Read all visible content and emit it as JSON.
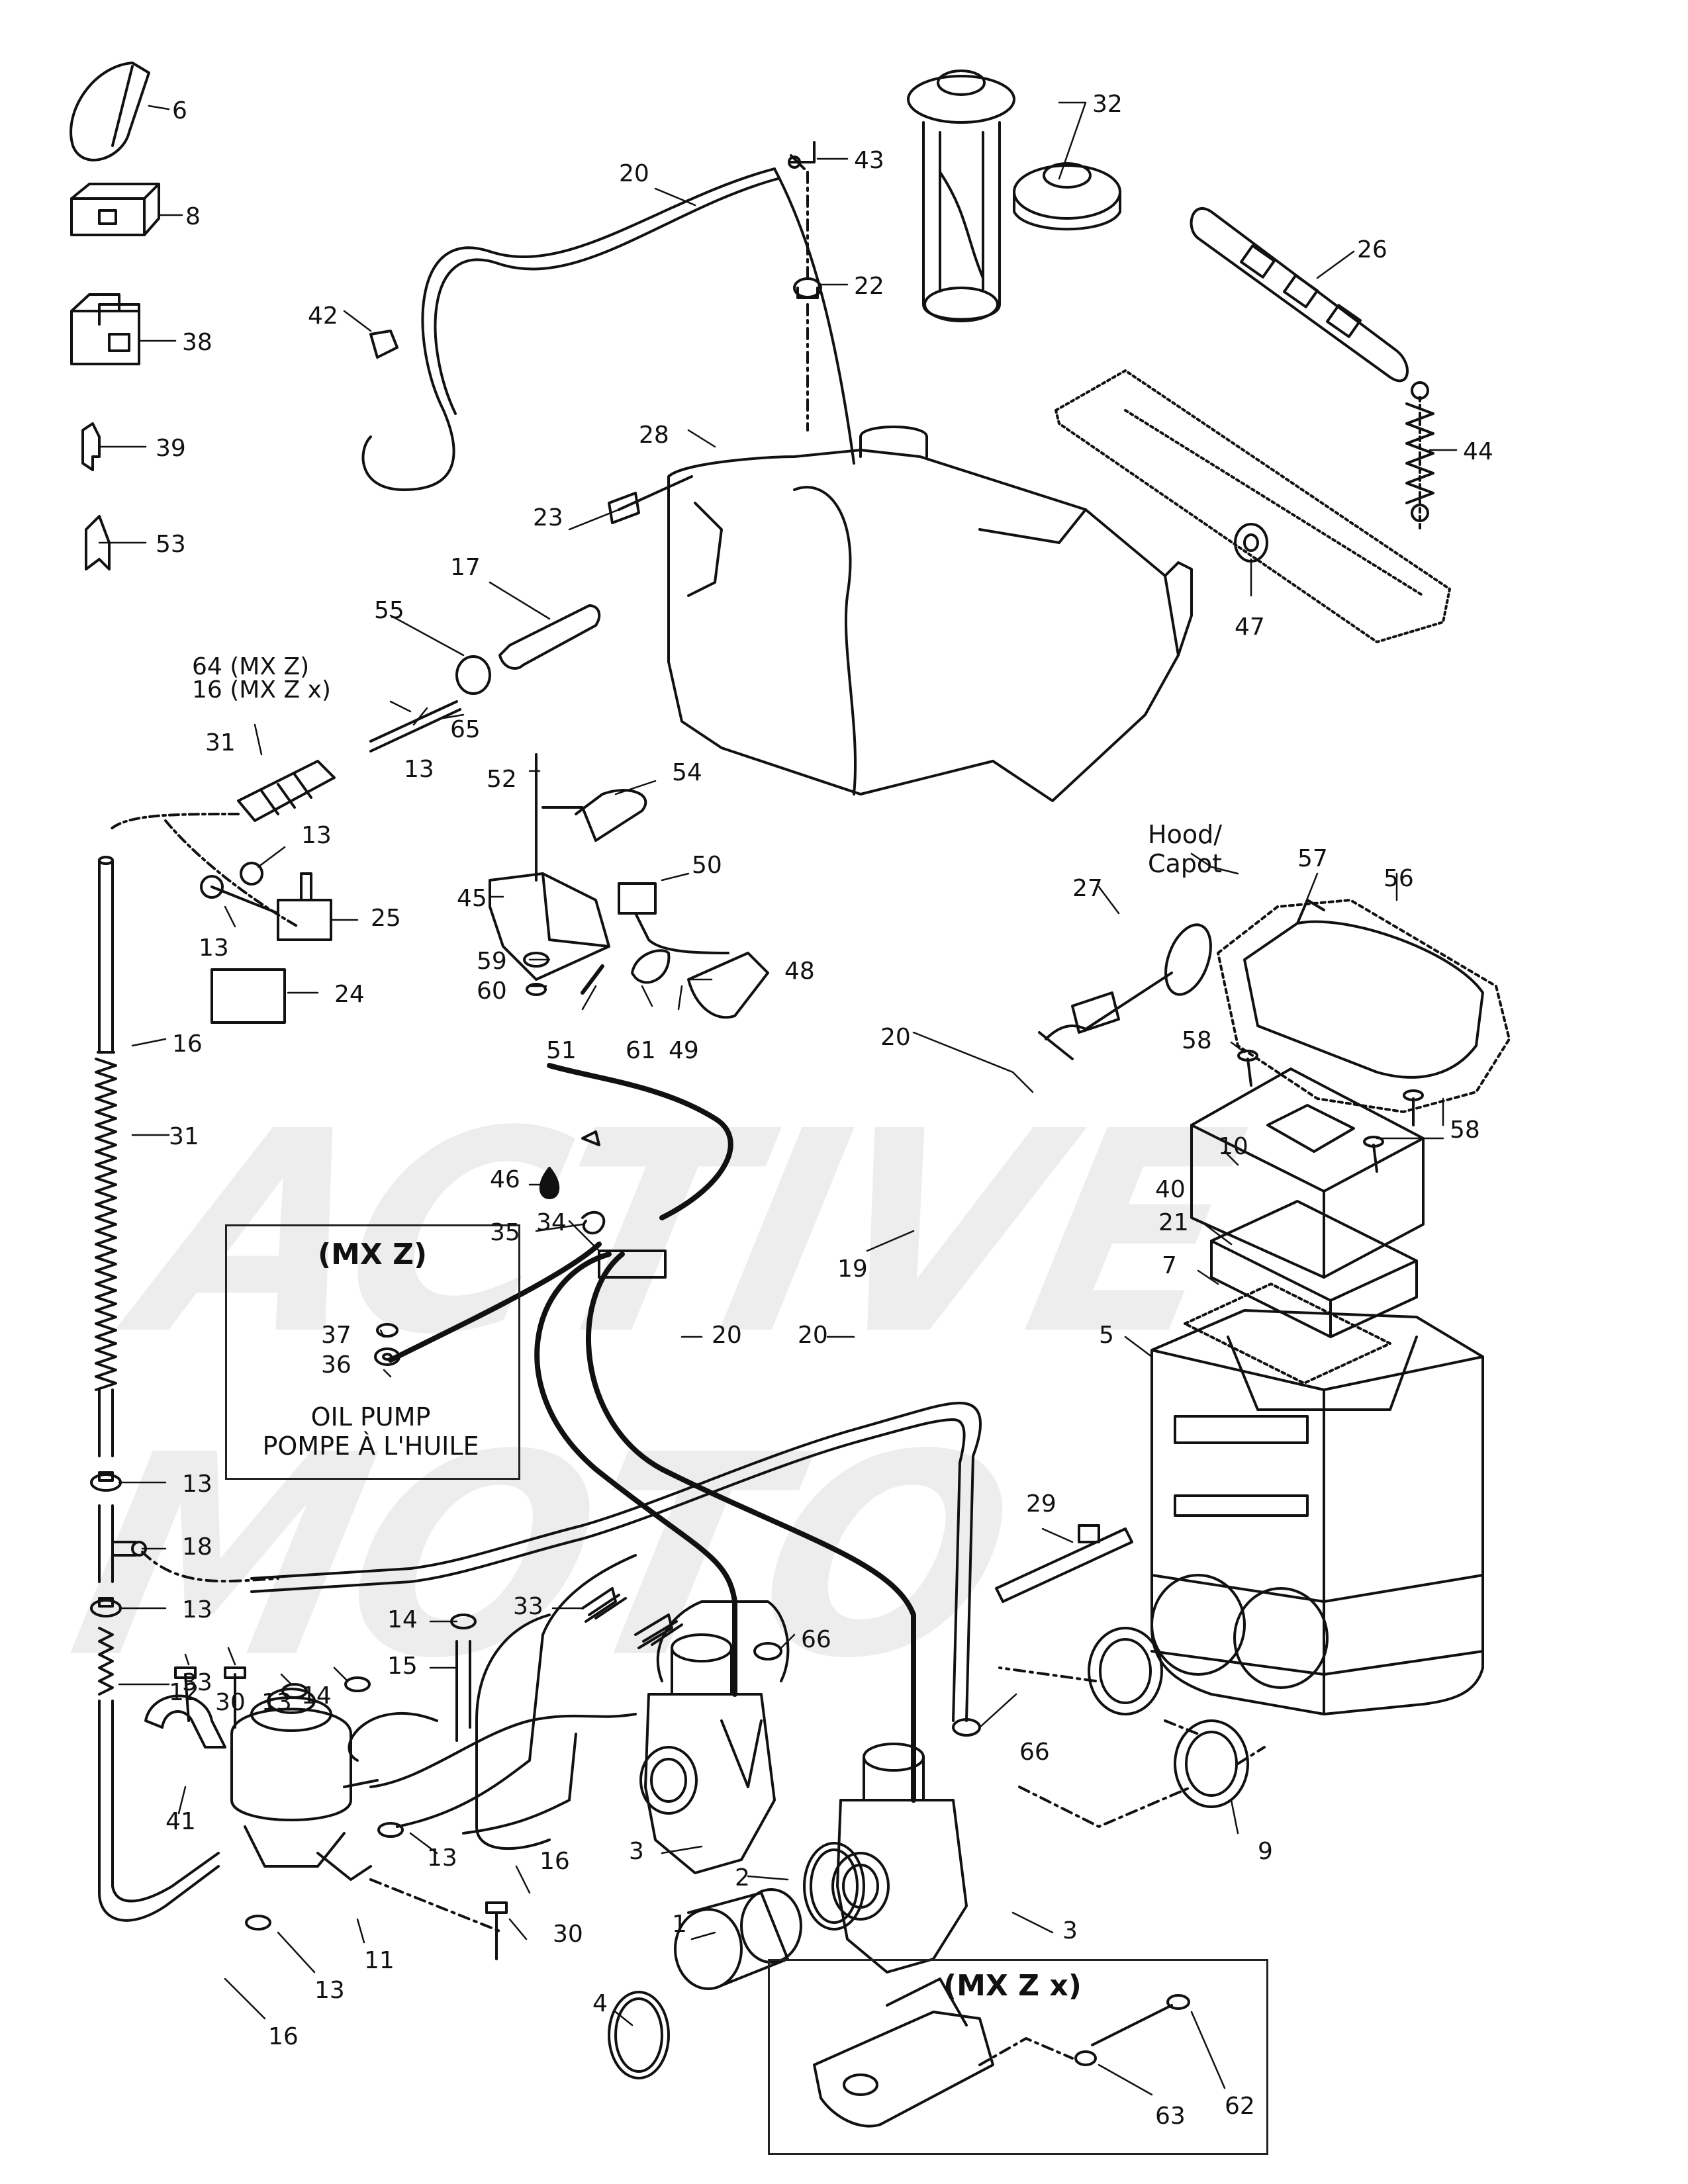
{
  "watermark": {
    "text": "ACTIVE MOTO"
  },
  "inset_mx_z": {
    "title": "(MX Z)",
    "caption_line1": "OIL PUMP",
    "caption_line2": "POMPE À L'HUILE"
  },
  "inset_mx_z_x": {
    "title": "(MX Z x)"
  },
  "hood_label": {
    "line1": "Hood/",
    "line2": "Capot"
  },
  "callouts": [
    {
      "id": "c6",
      "text": "6"
    },
    {
      "id": "c8",
      "text": "8"
    },
    {
      "id": "c38",
      "text": "38"
    },
    {
      "id": "c39",
      "text": "39"
    },
    {
      "id": "c53",
      "text": "53"
    },
    {
      "id": "c20a",
      "text": "20"
    },
    {
      "id": "c43",
      "text": "43"
    },
    {
      "id": "c22",
      "text": "22"
    },
    {
      "id": "c32",
      "text": "32"
    },
    {
      "id": "c26",
      "text": "26"
    },
    {
      "id": "c42",
      "text": "42"
    },
    {
      "id": "c28",
      "text": "28"
    },
    {
      "id": "c44",
      "text": "44"
    },
    {
      "id": "c47",
      "text": "47"
    },
    {
      "id": "c23",
      "text": "23"
    },
    {
      "id": "c17",
      "text": "17"
    },
    {
      "id": "c55",
      "text": "55"
    },
    {
      "id": "c64",
      "text": "64 (MX Z)"
    },
    {
      "id": "c16mx",
      "text": "16 (MX Z x)"
    },
    {
      "id": "c31a",
      "text": "31"
    },
    {
      "id": "c65",
      "text": "65"
    },
    {
      "id": "c13a",
      "text": "13"
    },
    {
      "id": "c52",
      "text": "52"
    },
    {
      "id": "c54",
      "text": "54"
    },
    {
      "id": "c13b",
      "text": "13"
    },
    {
      "id": "c25",
      "text": "25"
    },
    {
      "id": "c13c",
      "text": "13"
    },
    {
      "id": "c45",
      "text": "45"
    },
    {
      "id": "c50",
      "text": "50"
    },
    {
      "id": "c57",
      "text": "57"
    },
    {
      "id": "c56",
      "text": "56"
    },
    {
      "id": "c27",
      "text": "27"
    },
    {
      "id": "c59",
      "text": "59"
    },
    {
      "id": "c60",
      "text": "60"
    },
    {
      "id": "c48",
      "text": "48"
    },
    {
      "id": "c24",
      "text": "24"
    },
    {
      "id": "c51",
      "text": "51"
    },
    {
      "id": "c61",
      "text": "61"
    },
    {
      "id": "c49",
      "text": "49"
    },
    {
      "id": "c58a",
      "text": "58"
    },
    {
      "id": "c20b",
      "text": "20"
    },
    {
      "id": "c16a",
      "text": "16"
    },
    {
      "id": "c46",
      "text": "46"
    },
    {
      "id": "c10",
      "text": "10"
    },
    {
      "id": "c40",
      "text": "40"
    },
    {
      "id": "c58b",
      "text": "58"
    },
    {
      "id": "c31b",
      "text": "31"
    },
    {
      "id": "c35",
      "text": "35"
    },
    {
      "id": "c34",
      "text": "34"
    },
    {
      "id": "c21",
      "text": "21"
    },
    {
      "id": "c7",
      "text": "7"
    },
    {
      "id": "c19",
      "text": "19"
    },
    {
      "id": "c37",
      "text": "37"
    },
    {
      "id": "c20c",
      "text": "20"
    },
    {
      "id": "c20d",
      "text": "20"
    },
    {
      "id": "c5",
      "text": "5"
    },
    {
      "id": "c36",
      "text": "36"
    },
    {
      "id": "c13d",
      "text": "13"
    },
    {
      "id": "c29",
      "text": "29"
    },
    {
      "id": "c18",
      "text": "18"
    },
    {
      "id": "c13e",
      "text": "13"
    },
    {
      "id": "c33a",
      "text": "33"
    },
    {
      "id": "c14a",
      "text": "14"
    },
    {
      "id": "c66a",
      "text": "66"
    },
    {
      "id": "c33b",
      "text": "33"
    },
    {
      "id": "c15",
      "text": "15"
    },
    {
      "id": "c12",
      "text": "12"
    },
    {
      "id": "c30a",
      "text": "30"
    },
    {
      "id": "c13f",
      "text": "13"
    },
    {
      "id": "c14b",
      "text": "14"
    },
    {
      "id": "c66b",
      "text": "66"
    },
    {
      "id": "c41",
      "text": "41"
    },
    {
      "id": "c3a",
      "text": "3"
    },
    {
      "id": "c13g",
      "text": "13"
    },
    {
      "id": "c16b",
      "text": "16"
    },
    {
      "id": "c9",
      "text": "9"
    },
    {
      "id": "c2",
      "text": "2"
    },
    {
      "id": "c30b",
      "text": "30"
    },
    {
      "id": "c1",
      "text": "1"
    },
    {
      "id": "c3b",
      "text": "3"
    },
    {
      "id": "c11",
      "text": "11"
    },
    {
      "id": "c13h",
      "text": "13"
    },
    {
      "id": "c4",
      "text": "4"
    },
    {
      "id": "c16c",
      "text": "16"
    },
    {
      "id": "c62",
      "text": "62"
    },
    {
      "id": "c63",
      "text": "63"
    }
  ]
}
